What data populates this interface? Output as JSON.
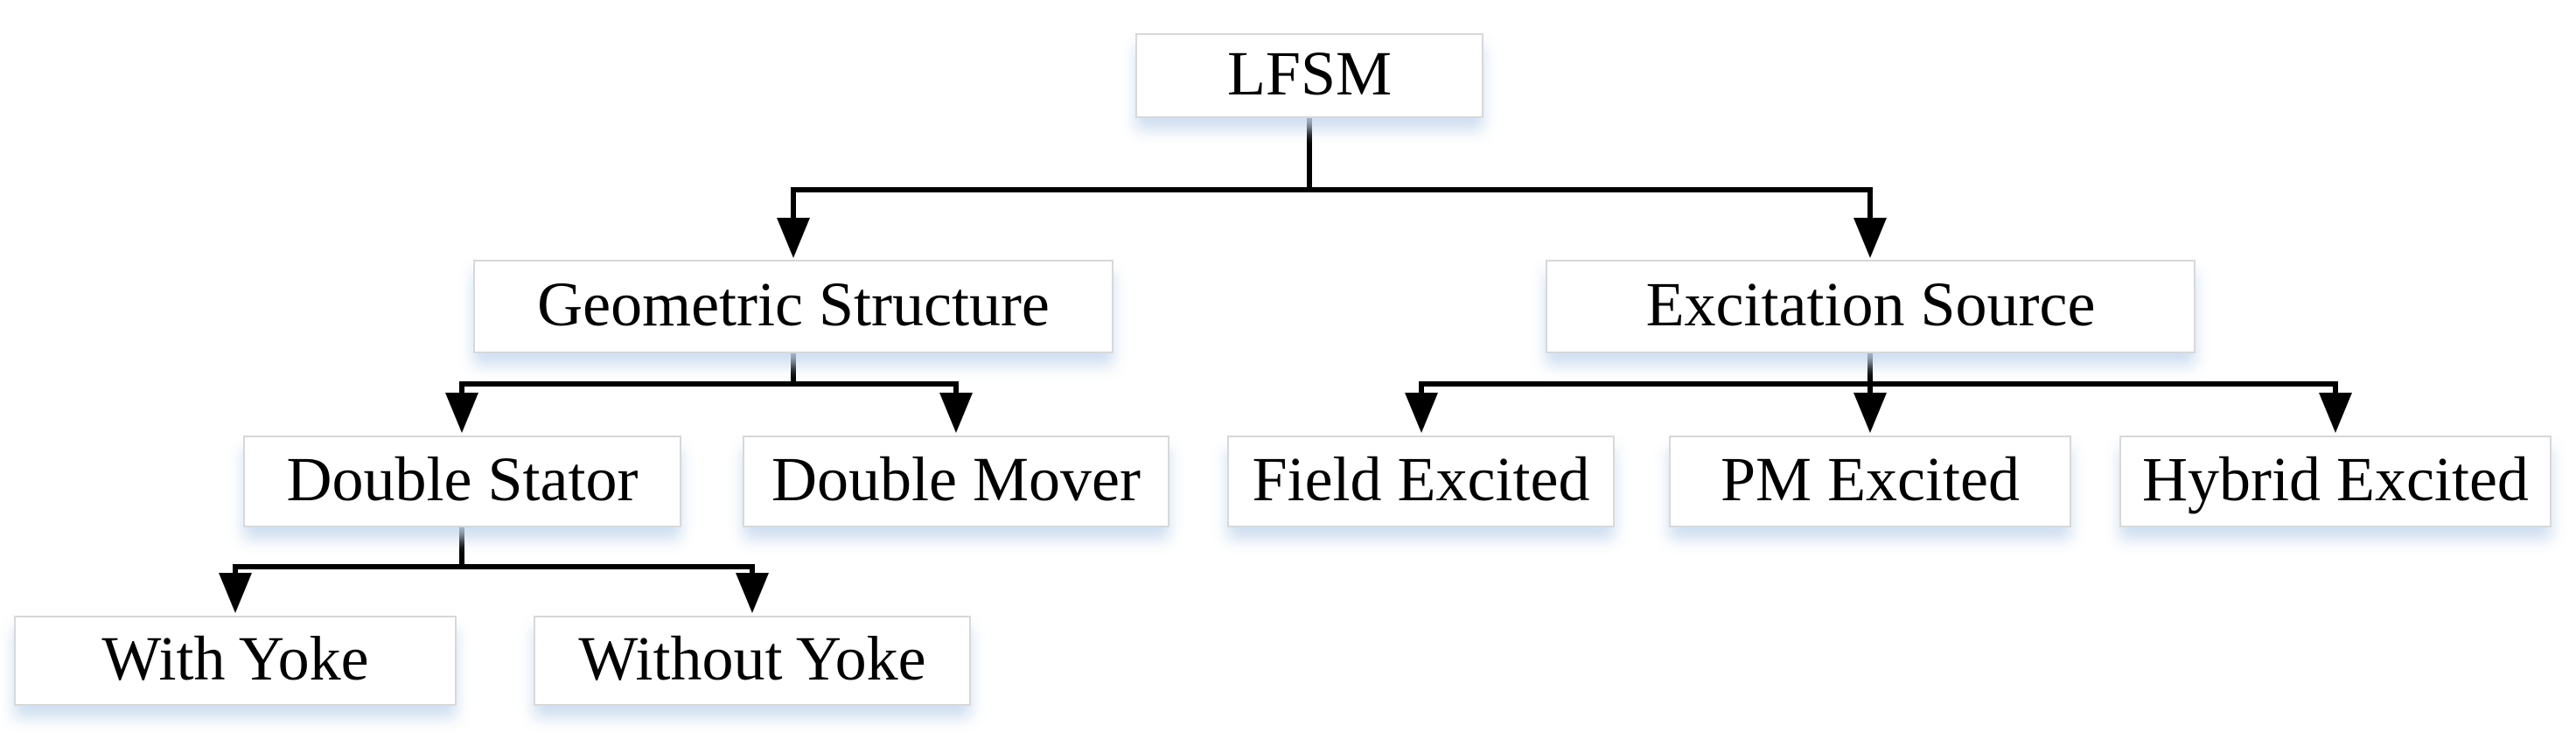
{
  "diagram": {
    "type": "tree",
    "root": "LFSM",
    "levels": 4
  },
  "nodes": {
    "lfsm": {
      "label": "LFSM"
    },
    "geometric_structure": {
      "label": "Geometric Structure"
    },
    "excitation_source": {
      "label": "Excitation Source"
    },
    "double_stator": {
      "label": "Double Stator"
    },
    "double_mover": {
      "label": "Double Mover"
    },
    "with_yoke": {
      "label": "With Yoke"
    },
    "without_yoke": {
      "label": "Without Yoke"
    },
    "field_excited": {
      "label": "Field Excited"
    },
    "pm_excited": {
      "label": "PM Excited"
    },
    "hybrid_excited": {
      "label": "Hybrid Excited"
    }
  },
  "edges": [
    {
      "from": "LFSM",
      "to": "Geometric Structure"
    },
    {
      "from": "LFSM",
      "to": "Excitation Source"
    },
    {
      "from": "Geometric Structure",
      "to": "Double Stator"
    },
    {
      "from": "Geometric Structure",
      "to": "Double Mover"
    },
    {
      "from": "Double Stator",
      "to": "With Yoke"
    },
    {
      "from": "Double Stator",
      "to": "Without Yoke"
    },
    {
      "from": "Excitation Source",
      "to": "Field Excited"
    },
    {
      "from": "Excitation Source",
      "to": "PM Excited"
    },
    {
      "from": "Excitation Source",
      "to": "Hybrid Excited"
    }
  ],
  "colors": {
    "background": "#ffffff",
    "box_fill": "#ffffff",
    "box_border": "#d8d8d8",
    "box_shadow": "#cfdef0",
    "connector": "#000000",
    "text": "#000000"
  }
}
